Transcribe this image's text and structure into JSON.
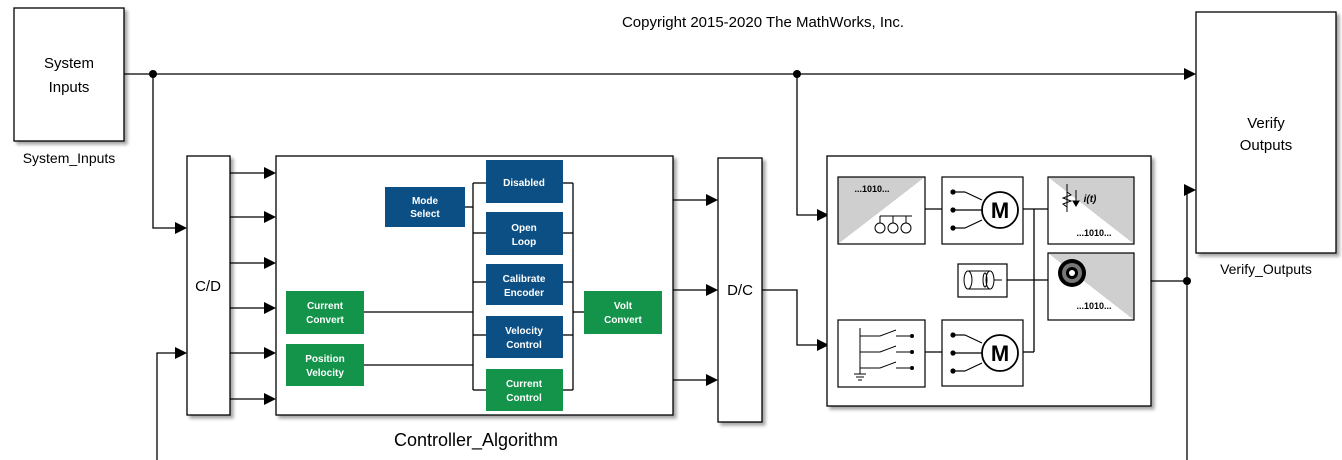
{
  "copyright": "Copyright 2015-2020 The MathWorks, Inc.",
  "blocks": {
    "system_inputs": {
      "text_line1": "System",
      "text_line2": "Inputs",
      "caption": "System_Inputs"
    },
    "verify_outputs": {
      "text_line1": "Verify",
      "text_line2": "Outputs",
      "caption": "Verify_Outputs"
    },
    "cd": {
      "text": "C/D"
    },
    "dc": {
      "text": "D/C"
    },
    "controller": {
      "caption": "Controller_Algorithm"
    }
  },
  "controller_blocks": {
    "mode_select": [
      "Mode",
      "Select"
    ],
    "disabled": [
      "Disabled"
    ],
    "open_loop": [
      "Open",
      "Loop"
    ],
    "calibrate_encoder": [
      "Calibrate",
      "Encoder"
    ],
    "velocity_control": [
      "Velocity",
      "Control"
    ],
    "current_control": [
      "Current",
      "Control"
    ],
    "current_convert": [
      "Current",
      "Convert"
    ],
    "position_velocity": [
      "Position",
      "Velocity"
    ],
    "volt_convert": [
      "Volt",
      "Convert"
    ]
  },
  "plant_blocks": {
    "encoder_top_text": "...1010...",
    "current_sensor_bottom_text": "...1010...",
    "current_sensor_symbol": "i(t)",
    "encoder_sensor_bottom_text": "...1010...",
    "motor_symbol": "M"
  },
  "colors": {
    "blue_block": "#0b4f84",
    "green_block": "#13944a"
  }
}
